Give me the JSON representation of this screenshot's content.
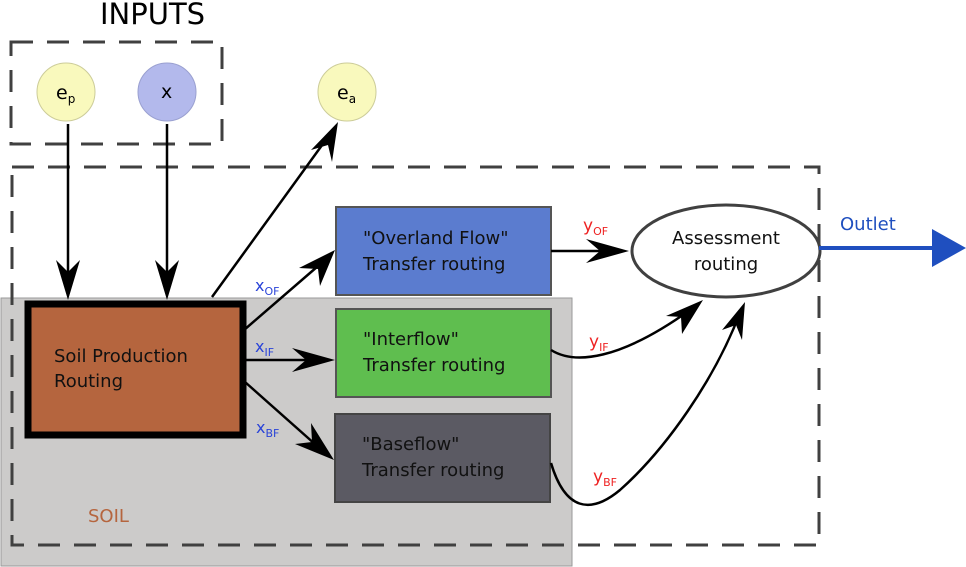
{
  "title": "INPUTS",
  "soil_label": "SOIL",
  "nodes": {
    "ep": {
      "base": "e",
      "sub": "p",
      "color": "#f9f9bd"
    },
    "x": {
      "base": "x",
      "sub": "",
      "color": "#b3b9ec"
    },
    "ea": {
      "base": "e",
      "sub": "a",
      "color": "#f9f9bd"
    }
  },
  "soil_production": {
    "line1": "Soil Production",
    "line2": "Routing",
    "color": "#b5653e"
  },
  "transfer_boxes": [
    {
      "id": "overland",
      "line1": "\"Overland Flow\"",
      "line2": "Transfer routing",
      "color": "#5b7ccf"
    },
    {
      "id": "interflow",
      "line1": "\"Interflow\"",
      "line2": "Transfer routing",
      "color": "#5fbe4f"
    },
    {
      "id": "baseflow",
      "line1": "\"Baseflow\"",
      "line2": "Transfer routing",
      "color": "#5b5a63"
    }
  ],
  "assessment": {
    "line1": "Assessment",
    "line2": "routing"
  },
  "outlet": {
    "label": "Outlet",
    "color": "#1f4fbf"
  },
  "flow_labels": {
    "x_of": {
      "base": "x",
      "sub": "OF"
    },
    "x_if": {
      "base": "x",
      "sub": "IF"
    },
    "x_bf": {
      "base": "x",
      "sub": "BF"
    },
    "y_of": {
      "base": "y",
      "sub": "OF"
    },
    "y_if": {
      "base": "y",
      "sub": "IF"
    },
    "y_bf": {
      "base": "y",
      "sub": "BF"
    }
  },
  "colors": {
    "x_label": "#2a44d8",
    "y_label": "#ee2222",
    "soil_bg": "#cccbca",
    "soil_text": "#b5653e",
    "dash": "#404040"
  }
}
